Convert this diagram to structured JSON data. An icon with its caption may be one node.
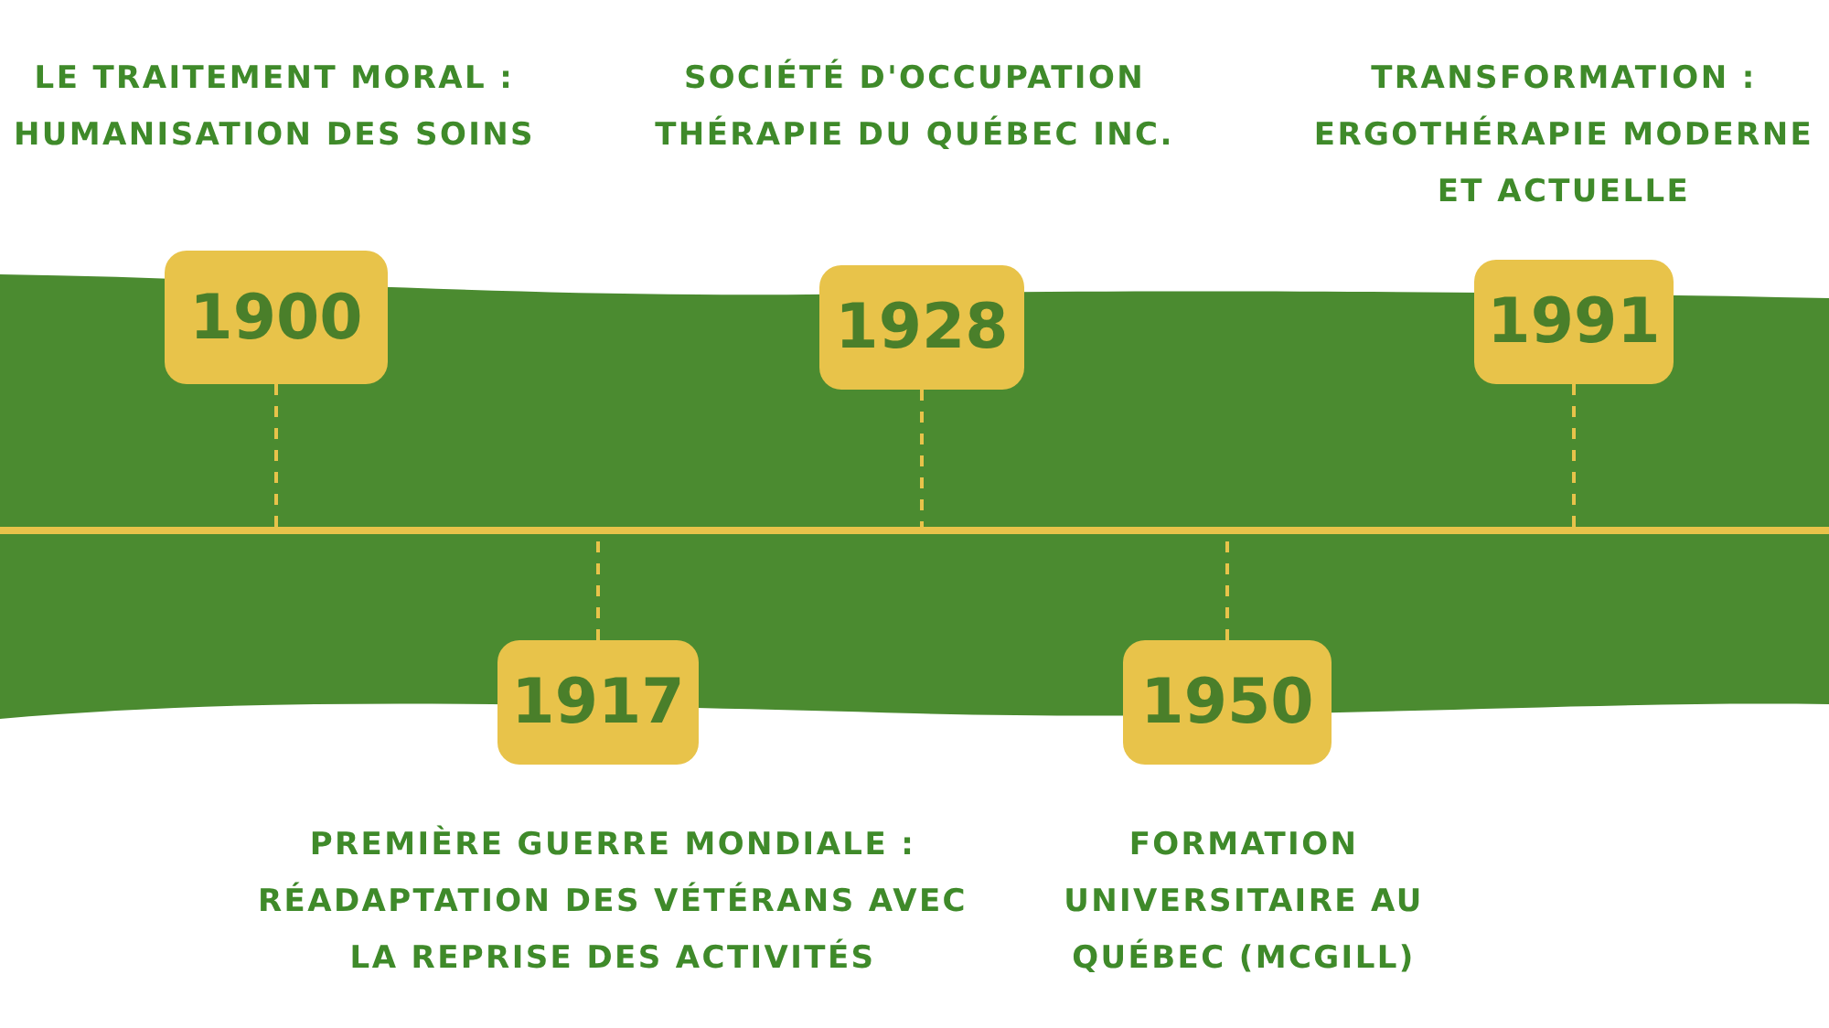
{
  "diagram": {
    "nodes": [
      {
        "text": [],
        "shape": "bar"
      },
      {
        "text": [
          "1900"
        ],
        "beside": [
          "LE TRAITEMENT MORAL : HUMANISATION DES SOINS"
        ]
      },
      {
        "text": [
          "1917"
        ],
        "beside": [
          "PREMIÈRE GUERRE MONDIALE : RÉADAPTATION DES VÉTÉRANS AVEC LA REPRISE DES ACTIVITÉS"
        ]
      },
      {
        "text": [
          "1928"
        ],
        "beside": [
          "SOCIÉTÉ D'OCCUPATION THÉRAPIE DU QUÉBEC INC."
        ]
      },
      {
        "text": [
          "1950"
        ],
        "beside": [
          "FORMATION UNIVERSITAIRE AU QUÉBEC (MCGILL)"
        ]
      },
      {
        "text": [
          "1991"
        ],
        "beside": [
          "TRANSFORMATION : ERGOTHÉRAPIE MODERNE ET ACTUELLE"
        ]
      }
    ],
    "edges": [
      {
        "from": 1,
        "to": 0,
        "arrow": "none",
        "style": "dashed"
      },
      {
        "from": 2,
        "to": 0,
        "arrow": "none",
        "style": "dashed"
      },
      {
        "from": 3,
        "to": 0,
        "arrow": "none",
        "style": "dashed"
      },
      {
        "from": 4,
        "to": 0,
        "arrow": "none",
        "style": "dashed"
      },
      {
        "from": 5,
        "to": 0,
        "arrow": "none",
        "style": "dashed"
      }
    ]
  }
}
